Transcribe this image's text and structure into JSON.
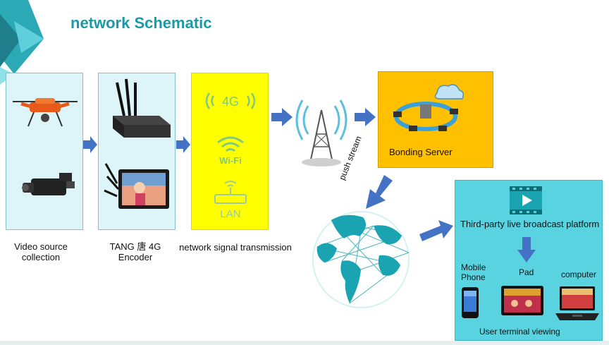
{
  "title": "network Schematic",
  "captions": {
    "video_source": "Video source collection",
    "encoder": "TANG 唐 4G Encoder",
    "signal": "network signal transmission",
    "bonding": "Bonding Server",
    "push_stream": "push stream",
    "platform": "Third-party live broadcast platform",
    "terminal": "User terminal viewing"
  },
  "signal_labels": {
    "g4": "4G",
    "wifi": "Wi-Fi",
    "lan": "LAN"
  },
  "devices": {
    "mobile": "Mobile Phone",
    "pad": "Pad",
    "computer": "computer"
  },
  "colors": {
    "accent": "#1a9aa6",
    "arrow": "#4472c4",
    "panel_light": "#ddf5f8",
    "signal_yellow": "#ffff00",
    "server_orange": "#ffc000",
    "terminal_cyan": "#5ad3e0"
  }
}
